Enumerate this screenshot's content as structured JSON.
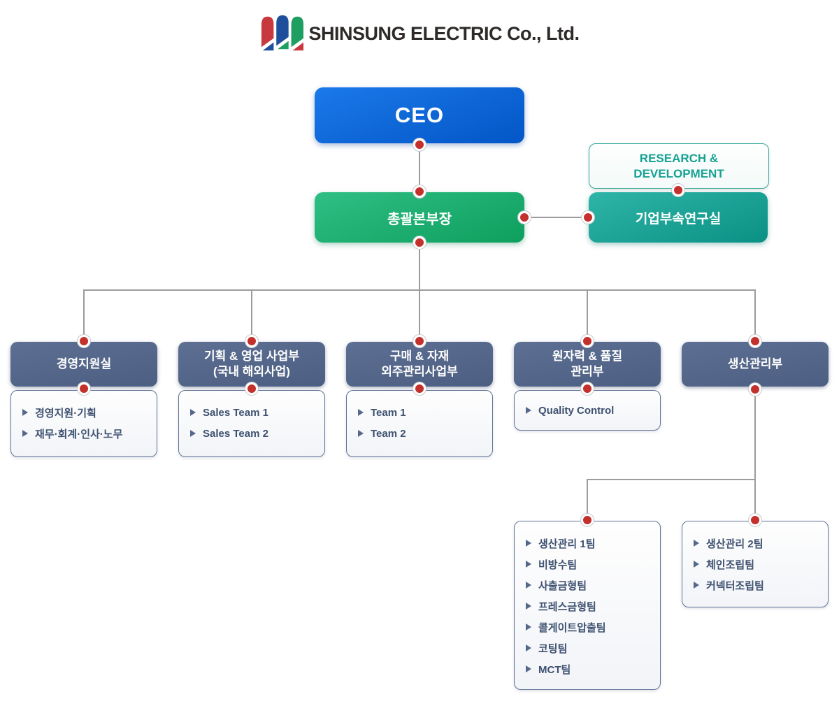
{
  "logo": {
    "company_name": "SHINSUNG ELECTRIC Co., Ltd.",
    "mark_colors": {
      "red": "#c8393f",
      "blue": "#1f4f9c",
      "green": "#1f9e62"
    }
  },
  "colors": {
    "ceo_blue": "#0f66d9",
    "general_manager_green": "#1fae6f",
    "research_lab_teal": "#18a296",
    "rnd_text_teal": "#16a293",
    "department_slate": "#56688b",
    "list_text": "#3e5170",
    "connector_line": "#9c9c9c",
    "connector_dot_red": "#c4302b"
  },
  "org": {
    "ceo": {
      "label": "CEO"
    },
    "general_manager": {
      "label": "총괄본부장"
    },
    "rnd": {
      "label": "RESEARCH & DEVELOPMENT"
    },
    "research_lab": {
      "label": "기업부속연구실"
    },
    "departments": [
      {
        "lines": [
          "경영지원실"
        ],
        "items": [
          "경영지원·기획",
          "재무·회계·인사·노무"
        ]
      },
      {
        "lines": [
          "기획 & 영업 사업부",
          "(국내 해외사업)"
        ],
        "items": [
          "Sales Team 1",
          "Sales Team 2"
        ]
      },
      {
        "lines": [
          "구매 & 자재",
          "외주관리사업부"
        ],
        "items": [
          "Team 1",
          "Team 2"
        ]
      },
      {
        "lines": [
          "원자력 & 품질",
          "관리부"
        ],
        "items": [
          "Quality Control"
        ]
      },
      {
        "lines": [
          "생산관리부"
        ],
        "items": []
      }
    ],
    "production_teams": [
      {
        "items": [
          "생산관리 1팀",
          "비방수팀",
          "사출금형팀",
          "프레스금형팀",
          "콜게이트압출팀",
          "코팅팀",
          "MCT팀"
        ]
      },
      {
        "items": [
          "생산관리 2팀",
          "체인조립팀",
          "커넥터조립팀"
        ]
      }
    ]
  }
}
